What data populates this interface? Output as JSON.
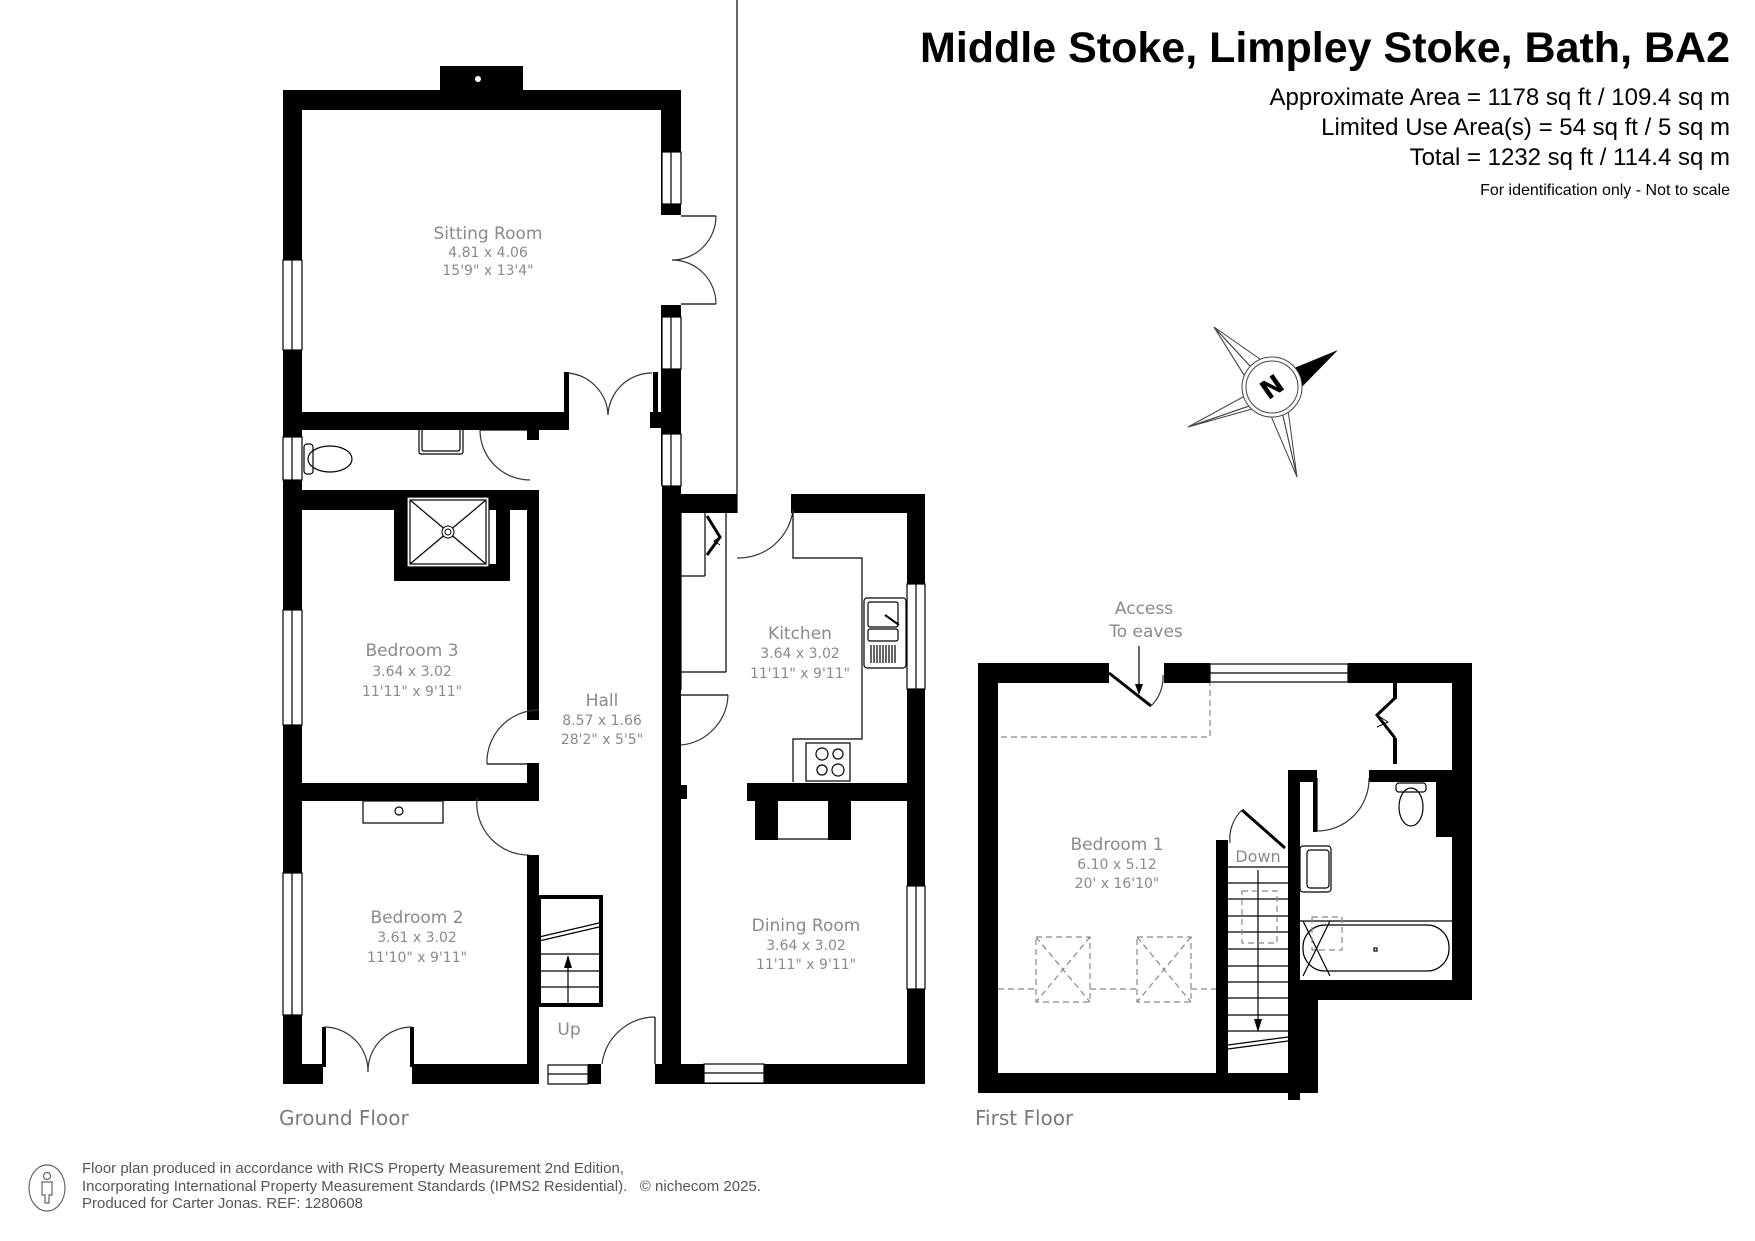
{
  "header": {
    "title": "Middle Stoke, Limpley Stoke, Bath, BA2",
    "approximate_area": "Approximate Area = 1178 sq ft / 109.4 sq m",
    "limited_use_area": "Limited Use Area(s) = 54 sq ft / 5 sq m",
    "total_area": "Total = 1232 sq ft / 114.4 sq m",
    "disclaimer": "For identification only - Not to scale"
  },
  "compass": {
    "icon": "north-arrow-icon",
    "label": "N"
  },
  "ground_floor": {
    "label": "Ground Floor",
    "rooms": [
      {
        "name": "Sitting Room",
        "metric": "4.81 x 4.06",
        "imperial": "15'9\" x 13'4\""
      },
      {
        "name": "Bedroom 3",
        "metric": "3.64 x 3.02",
        "imperial": "11'11\" x 9'11\""
      },
      {
        "name": "Hall",
        "metric": "8.57 x 1.66",
        "imperial": "28'2\" x 5'5\""
      },
      {
        "name": "Kitchen",
        "metric": "3.64 x 3.02",
        "imperial": "11'11\" x 9'11\""
      },
      {
        "name": "Bedroom 2",
        "metric": "3.61 x 3.02",
        "imperial": "11'10\" x 9'11\""
      },
      {
        "name": "Dining Room",
        "metric": "3.64 x 3.02",
        "imperial": "11'11\" x 9'11\""
      }
    ],
    "stairs_label": "Up"
  },
  "first_floor": {
    "label": "First Floor",
    "rooms": [
      {
        "name": "Bedroom 1",
        "metric": "6.10 x 5.12",
        "imperial": "20' x 16'10\""
      }
    ],
    "stairs_label": "Down",
    "eaves_label_line1": "Access",
    "eaves_label_line2": "To  eaves"
  },
  "footer": {
    "icon": "person-outline-icon",
    "line1": "Floor plan produced in accordance with RICS Property Measurement 2nd Edition,",
    "line2": "Incorporating International Property Measurement Standards (IPMS2 Residential).",
    "copyright": "© nichecom 2025.",
    "line3": "Produced for Carter Jonas.   REF: 1280608"
  }
}
